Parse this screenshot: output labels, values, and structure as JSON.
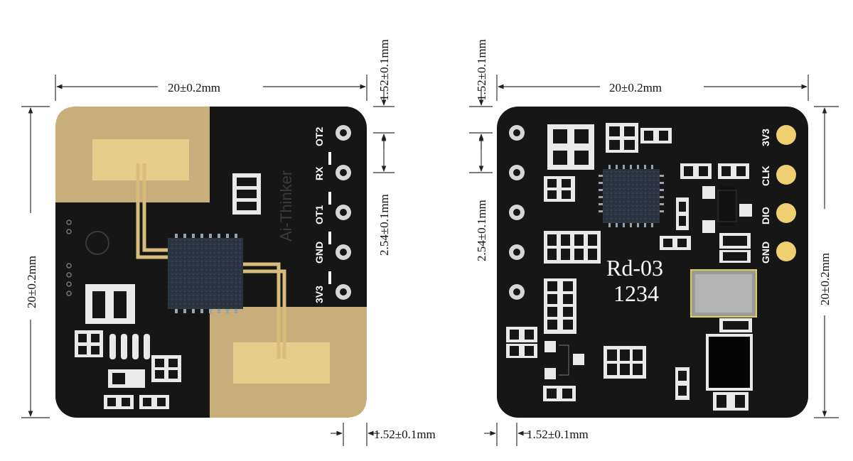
{
  "dimensions": {
    "left_width": "20±0.2mm",
    "left_height": "20±0.2mm",
    "left_top_offset": "1.52±0.1mm",
    "left_pin_pitch": "2.54±0.1mm",
    "left_bottom_offset": "1.52±0.1mm",
    "right_width": "20±0.2mm",
    "right_height": "20±0.2mm",
    "right_top_offset": "1.52±0.1mm",
    "right_pin_pitch": "2.54±0.1mm",
    "right_bottom_offset": "1.52±0.1mm"
  },
  "front_board": {
    "brand": "Ai-Thinker",
    "pins": [
      "OT2",
      "RX",
      "OT1",
      "GND",
      "3V3"
    ]
  },
  "back_board": {
    "model": "Rd-03",
    "code": "1234",
    "pins": [
      "3V3",
      "CLK",
      "DIO",
      "GND"
    ]
  },
  "colors": {
    "pcb": "#161616",
    "gold": "#c8ae7a",
    "antenna": "#e7cd8a",
    "pad": "#f0cf73"
  }
}
